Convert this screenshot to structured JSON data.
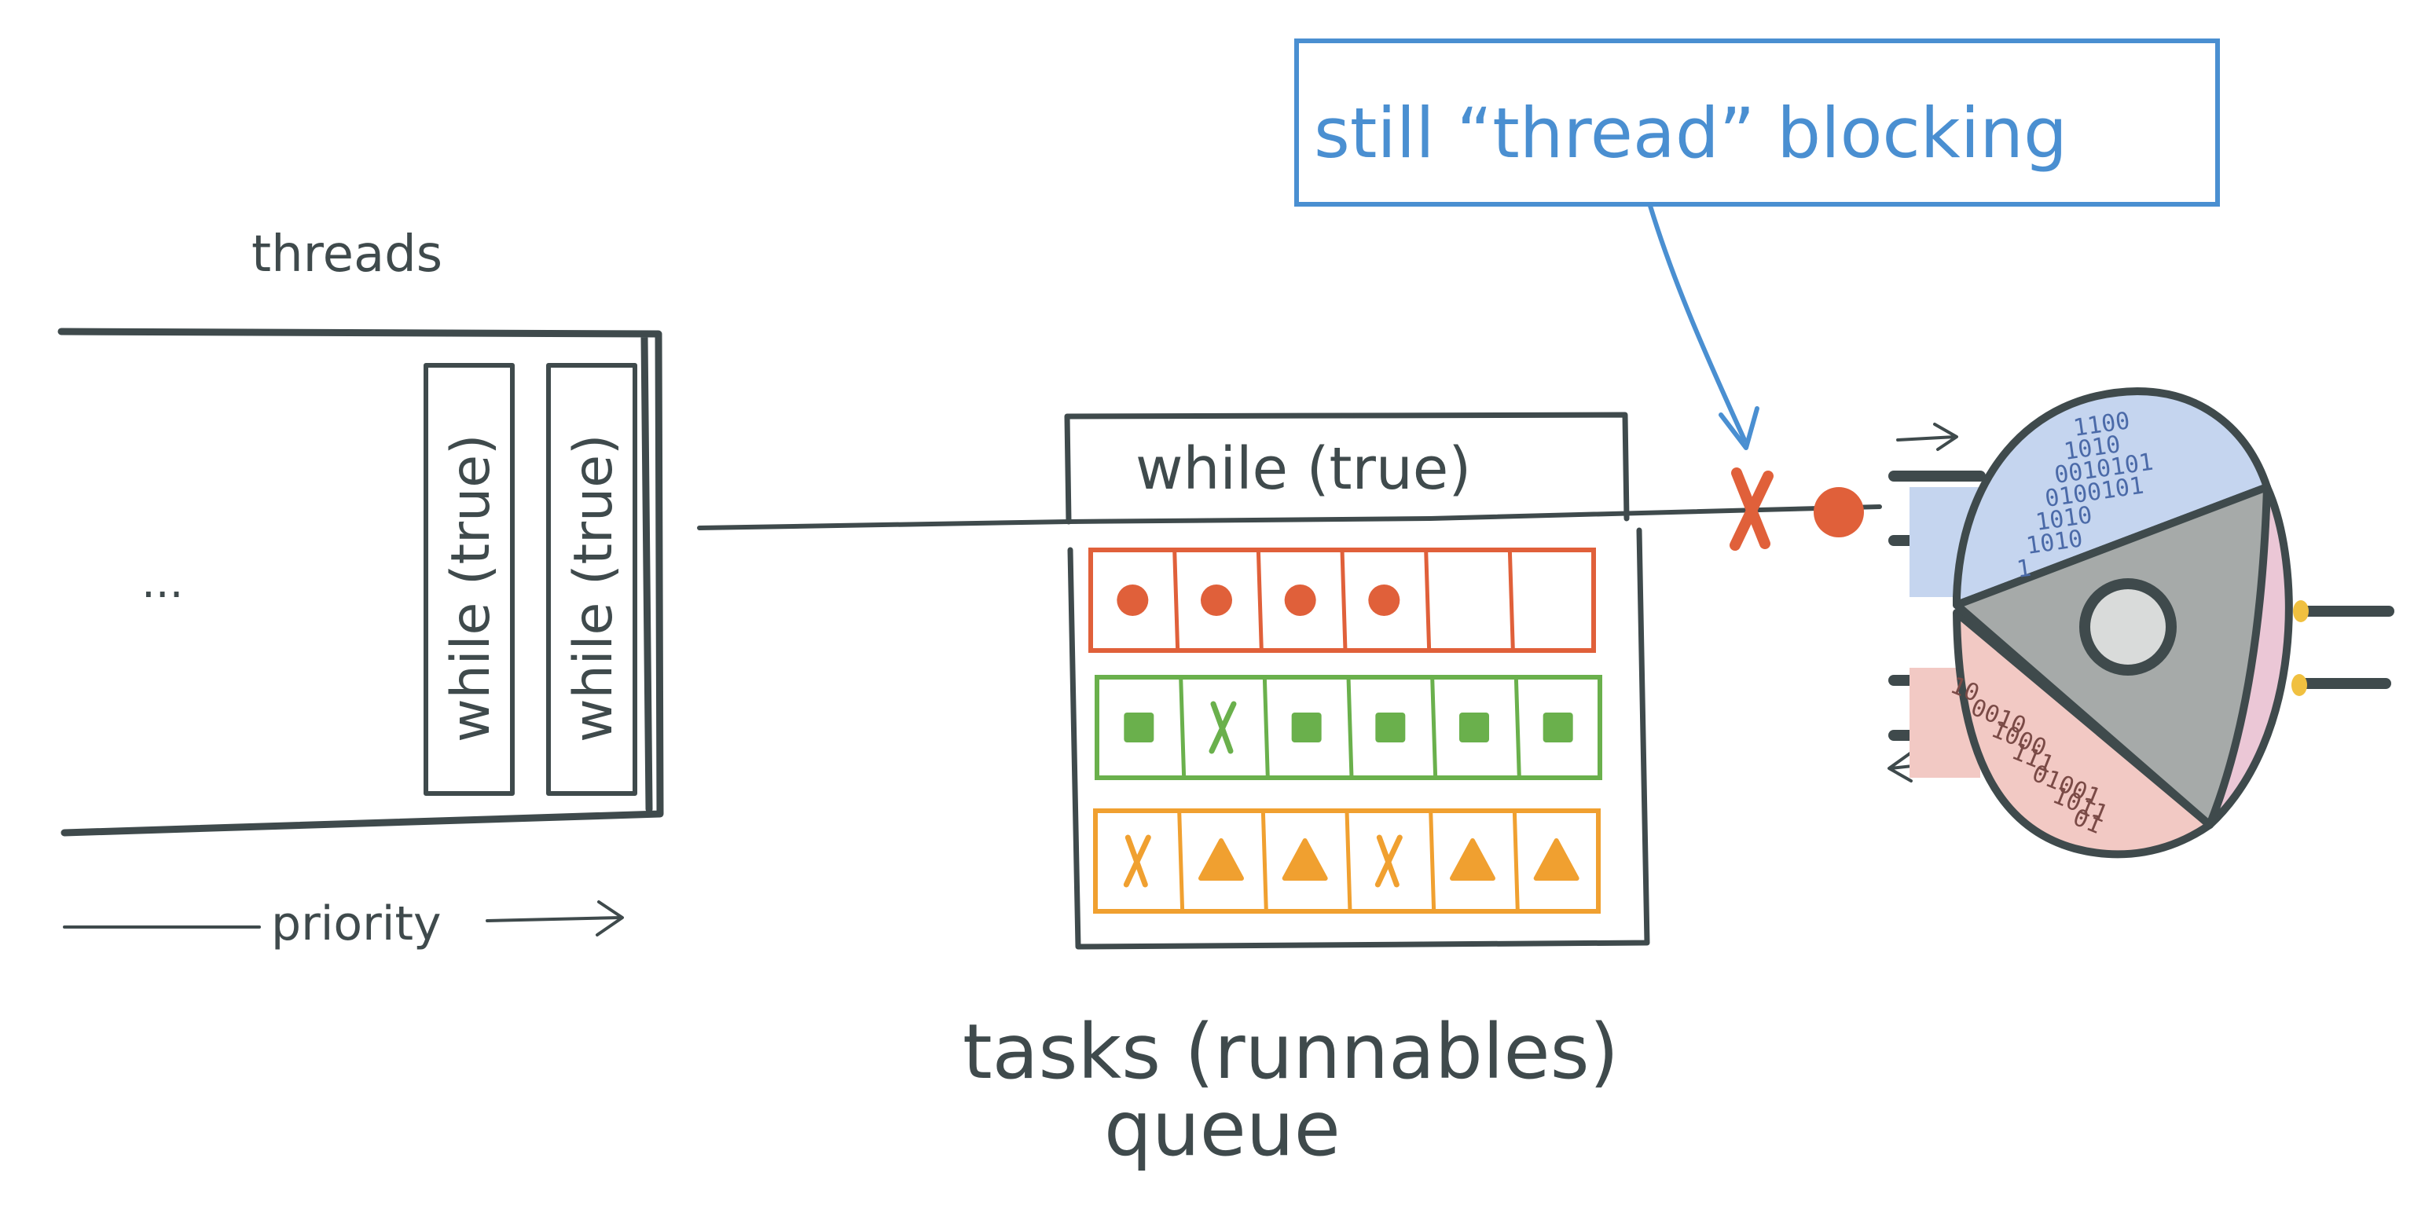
{
  "threads": {
    "label": "threads",
    "ellipsis": "...",
    "worker_label": "while (true)",
    "axis_label": "priority"
  },
  "queue": {
    "header": "while (true)",
    "caption_line1": "tasks (runnables)",
    "caption_line2": "queue",
    "rows": [
      {
        "color": "#e0603a",
        "cells": [
          "circle",
          "circle",
          "circle",
          "circle",
          "empty",
          "empty"
        ]
      },
      {
        "color": "#6ab04c",
        "cells": [
          "square",
          "cross",
          "square",
          "square",
          "square",
          "square"
        ]
      },
      {
        "color": "#f0a030",
        "cells": [
          "cross",
          "triangle",
          "triangle",
          "cross",
          "triangle",
          "triangle"
        ]
      }
    ]
  },
  "callout": {
    "text": "still “thread” blocking",
    "color": "#4a8fd1"
  },
  "cpu": {
    "bits_top": [
      "1100",
      "1010",
      "0010101",
      "0100101",
      "1010",
      "1010",
      "1"
    ],
    "bits_bottom": [
      "10",
      "0010",
      "1000",
      "111",
      "01001",
      "1011",
      "01"
    ],
    "top_color": "#c5d5ef",
    "bottom_color": "#f2c9c4",
    "right_color": "#ebc7d6",
    "core_color": "#a6aaa9"
  },
  "colors": {
    "ink": "#3f4a4c",
    "blocked_cross": "#e0603a",
    "task_dot": "#e0603a"
  }
}
